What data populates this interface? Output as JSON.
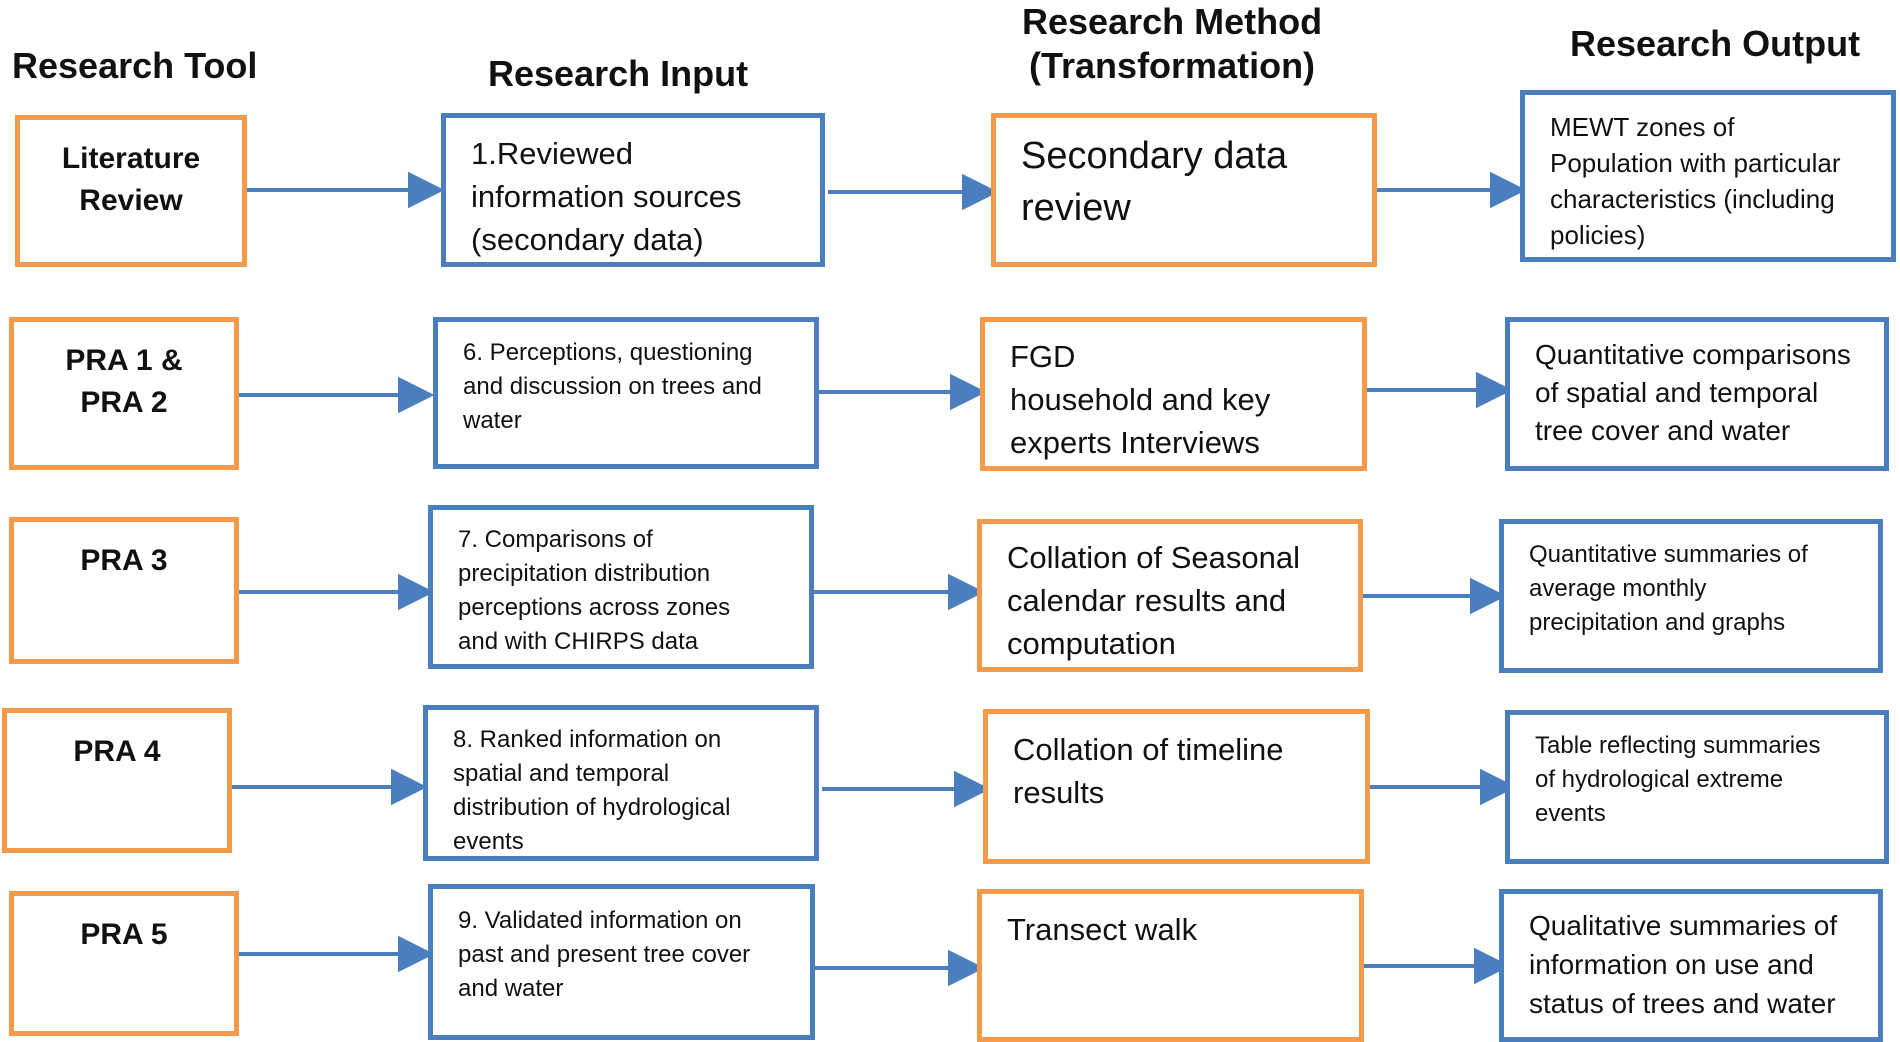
{
  "headers": {
    "tool": "Research Tool",
    "input": "Research Input",
    "method": "Research Method\n(Transformation)",
    "output": "Research Output"
  },
  "rows": [
    {
      "tool": "Literature\nReview",
      "input": "1.Reviewed\ninformation sources\n(secondary data)",
      "method": "Secondary data\nreview",
      "output": "MEWT zones of\nPopulation with particular\ncharacteristics (including\npolicies)"
    },
    {
      "tool": "PRA 1  &\nPRA 2",
      "input": "6. Perceptions,   questioning\nand discussion on trees and\nwater",
      "method": "FGD\nhousehold and key\nexperts Interviews",
      "output": "Quantitative comparisons\nof spatial and temporal\ntree cover and water"
    },
    {
      "tool": "PRA 3",
      "input": "7. Comparisons of\nprecipitation distribution\nperceptions across zones\nand with CHIRPS data",
      "method": "Collation of Seasonal\ncalendar results and\ncomputation",
      "output": "Quantitative summaries of\naverage monthly\nprecipitation and graphs"
    },
    {
      "tool": "PRA 4",
      "input": "8. Ranked information on\nspatial and temporal\ndistribution of hydrological\nevents",
      "method": "Collation of timeline\nresults",
      "output": "Table reflecting summaries\nof hydrological extreme\nevents"
    },
    {
      "tool": "PRA 5",
      "input": "9. Validated information on\npast and present tree cover\nand water",
      "method": "Transect walk",
      "output": "Qualitative summaries of\ninformation on use and\nstatus of trees and water"
    }
  ],
  "colors": {
    "orange": "#f39a4b",
    "blue": "#4a7ebf"
  }
}
